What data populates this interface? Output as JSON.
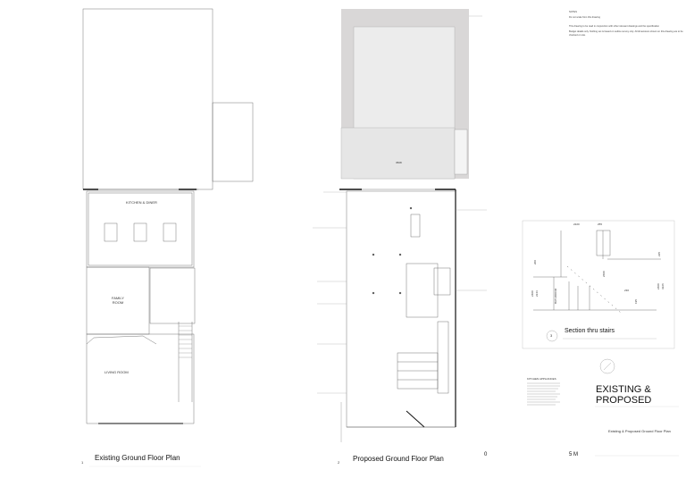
{
  "notes": {
    "heading": "NOTES",
    "lines": [
      "Do not scale from this drawing",
      "This drawing to be read in conjunction with other relevant drawings and the specification",
      "Budget details only. Nothing set is based on outline survey only. All dimensions shown on this drawing are to be checked on site."
    ]
  },
  "existing_plan": {
    "number": "1",
    "title": "Existing Ground Floor Plan",
    "rooms": [
      "KITCHEN & DINER",
      "FAMILY ROOM",
      "LIVING ROOM"
    ]
  },
  "proposed_plan": {
    "number": "2",
    "title": "Proposed Ground Floor Plan",
    "garden_label": "3508"
  },
  "section": {
    "number": "3",
    "title": "Section thru stairs",
    "room_label": "BATHROOM",
    "dimensions": [
      "2220",
      "255",
      "225",
      "200",
      "2400",
      "2244",
      "2600",
      "230",
      "195",
      "2400",
      "3226"
    ]
  },
  "appliances": {
    "heading": "KITCHEN APPLIANCES"
  },
  "title_block": {
    "title_line1": "EXISTING &",
    "title_line2": "PROPOSED",
    "drawing_title": "Existing & Proposed Ground Floor Plan"
  },
  "scale_bar": {
    "start": "0",
    "end": "5 M"
  },
  "colors": {
    "line": "#333333",
    "garden_fill": "#d9d7d7",
    "garden_inner": "#ececec"
  }
}
